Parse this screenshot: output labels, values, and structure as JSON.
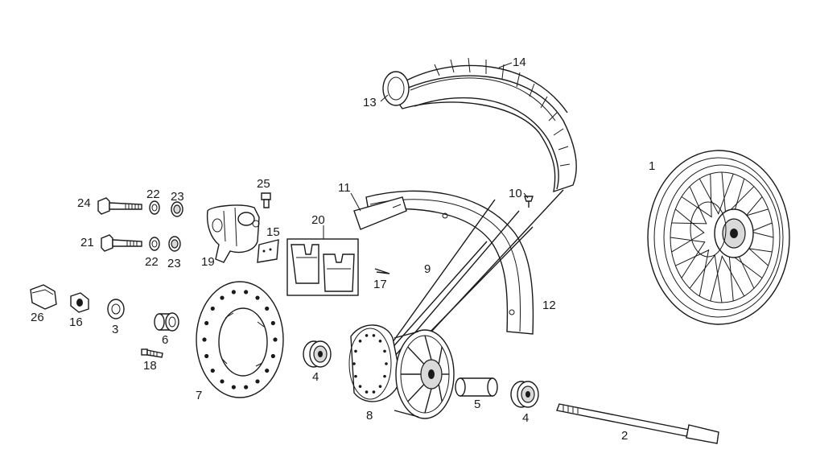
{
  "callouts": {
    "c1": "1",
    "c2": "2",
    "c3": "3",
    "c4a": "4",
    "c4b": "4",
    "c5": "5",
    "c6": "6",
    "c7": "7",
    "c8": "8",
    "c9": "9",
    "c10": "10",
    "c11": "11",
    "c12": "12",
    "c13": "13",
    "c14": "14",
    "c15": "15",
    "c16": "16",
    "c17": "17",
    "c18": "18",
    "c19": "19",
    "c20": "20",
    "c21": "21",
    "c22a": "22",
    "c22b": "22",
    "c23a": "23",
    "c23b": "23",
    "c24": "24",
    "c25": "25",
    "c26": "26"
  }
}
